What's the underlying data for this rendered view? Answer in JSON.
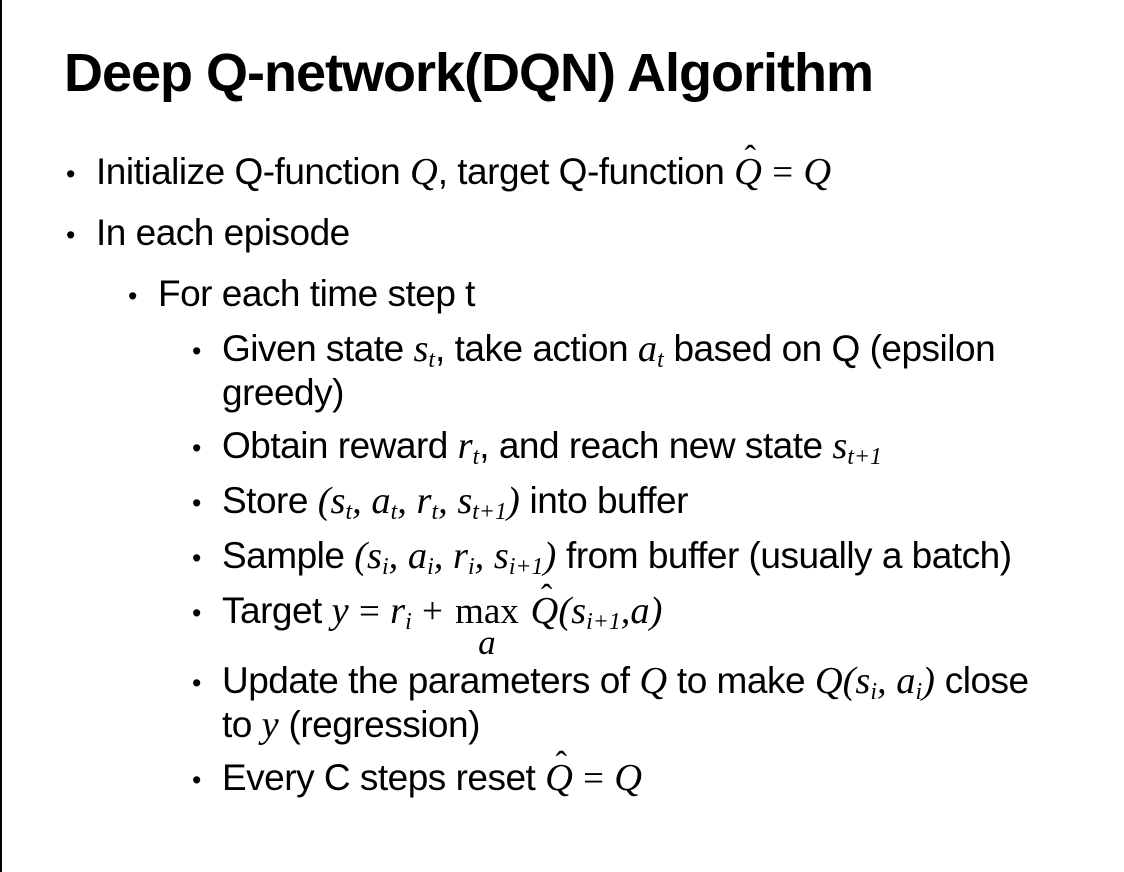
{
  "slide": {
    "title": "Deep Q-network(DQN) Algorithm",
    "bullet_char": "•",
    "text_color": "#000000",
    "background_color": "#ffffff",
    "bullets": [
      {
        "level": 1,
        "lines": [
          [
            {
              "text": "Initialize Q-function "
            },
            {
              "math": "Q"
            },
            {
              "text": ", target Q-function "
            },
            {
              "math": "Q",
              "hat": "ˆ"
            },
            {
              "op": " = "
            },
            {
              "math": "Q"
            }
          ]
        ]
      },
      {
        "level": 1,
        "lines": [
          [
            {
              "text": "In each episode"
            }
          ]
        ]
      },
      {
        "level": 2,
        "lines": [
          [
            {
              "text": "For each time step t"
            }
          ]
        ]
      },
      {
        "level": 3,
        "lines": [
          [
            {
              "text": "Given state "
            },
            {
              "math": "s",
              "sub": "t"
            },
            {
              "text": ", take action "
            },
            {
              "math": "a",
              "sub": "t"
            },
            {
              "text": " based on Q (epsilon"
            }
          ],
          [
            {
              "text": "greedy)"
            }
          ]
        ]
      },
      {
        "level": 3,
        "lines": [
          [
            {
              "text": "Obtain reward "
            },
            {
              "math": "r",
              "sub": "t"
            },
            {
              "text": ", and reach new state "
            },
            {
              "math": "s",
              "sub": "t+1"
            }
          ]
        ]
      },
      {
        "level": 3,
        "lines": [
          [
            {
              "text": "Store "
            },
            {
              "math": "("
            },
            {
              "math": "s",
              "sub": "t"
            },
            {
              "math": ", "
            },
            {
              "math": "a",
              "sub": "t"
            },
            {
              "math": ", "
            },
            {
              "math": "r",
              "sub": "t"
            },
            {
              "math": ", "
            },
            {
              "math": "s",
              "sub": "t+1"
            },
            {
              "math": ")"
            },
            {
              "text": " into buffer"
            }
          ]
        ]
      },
      {
        "level": 3,
        "lines": [
          [
            {
              "text": "Sample "
            },
            {
              "math": "("
            },
            {
              "math": "s",
              "sub": "i"
            },
            {
              "math": ", "
            },
            {
              "math": "a",
              "sub": "i"
            },
            {
              "math": ", "
            },
            {
              "math": "r",
              "sub": "i"
            },
            {
              "math": ", "
            },
            {
              "math": "s",
              "sub": "i+1"
            },
            {
              "math": ")"
            },
            {
              "text": " from buffer (usually a batch)"
            }
          ]
        ]
      },
      {
        "level": 3,
        "understack": true,
        "lines": [
          [
            {
              "text": "Target "
            },
            {
              "math": "y"
            },
            {
              "op": " = "
            },
            {
              "math": "r",
              "sub": "i"
            },
            {
              "op": " + "
            },
            {
              "stack": {
                "top": "max",
                "bottom": "a"
              }
            },
            {
              "text": " "
            },
            {
              "math": "Q",
              "hat": "ˆ"
            },
            {
              "math": "("
            },
            {
              "math": "s",
              "sub": "i+1"
            },
            {
              "math": ","
            },
            {
              "math": "a"
            },
            {
              "math": ")"
            }
          ]
        ]
      },
      {
        "level": 3,
        "lines": [
          [
            {
              "text": "Update the parameters of "
            },
            {
              "math": "Q"
            },
            {
              "text": " to make "
            },
            {
              "math": "Q"
            },
            {
              "math": "("
            },
            {
              "math": "s",
              "sub": "i"
            },
            {
              "math": ", "
            },
            {
              "math": "a",
              "sub": "i"
            },
            {
              "math": ")"
            },
            {
              "text": " close"
            }
          ],
          [
            {
              "text": "to "
            },
            {
              "math": "y"
            },
            {
              "text": " (regression)"
            }
          ]
        ]
      },
      {
        "level": 3,
        "lines": [
          [
            {
              "text": "Every C steps reset "
            },
            {
              "math": "Q",
              "hat": "ˆ"
            },
            {
              "op": " = "
            },
            {
              "math": "Q"
            }
          ]
        ]
      }
    ]
  }
}
